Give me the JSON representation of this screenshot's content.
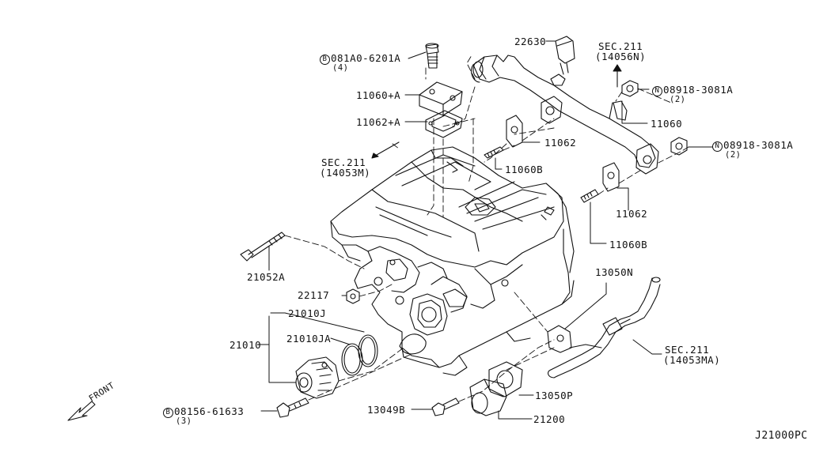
{
  "callouts": {
    "p22630": "22630",
    "sec211_top": "SEC.211",
    "sec211_top_ref": "(14056N)",
    "bolt_081A0": "081A0-6201A",
    "bolt_081A0_qty": "(4)",
    "p11060A": "11060+A",
    "p11062A": "11062+A",
    "nut_08918_a": "08918-3081A",
    "nut_08918_a_qty": "(2)",
    "p11060": "11060",
    "nut_08918_b": "08918-3081A",
    "nut_08918_b_qty": "(2)",
    "p11062_a": "11062",
    "sec211_left": "SEC.211",
    "sec211_left_ref": "(14053M)",
    "p11060B_a": "11060B",
    "p11062_b": "11062",
    "p11060B_b": "11060B",
    "p21052A": "21052A",
    "p13050N": "13050N",
    "p22117": "22117",
    "p21010J": "21010J",
    "p21010": "21010",
    "p21010JA": "21010JA",
    "sec211_right": "SEC.211",
    "sec211_right_ref": "(14053MA)",
    "p13050P": "13050P",
    "front": "FRONT",
    "bolt_08156": "08156-61633",
    "bolt_08156_qty": "(3)",
    "p13049B": "13049B",
    "p21200": "21200",
    "diagram_code": "J21000PC"
  },
  "markers": {
    "bolt": "B",
    "nut": "N"
  }
}
